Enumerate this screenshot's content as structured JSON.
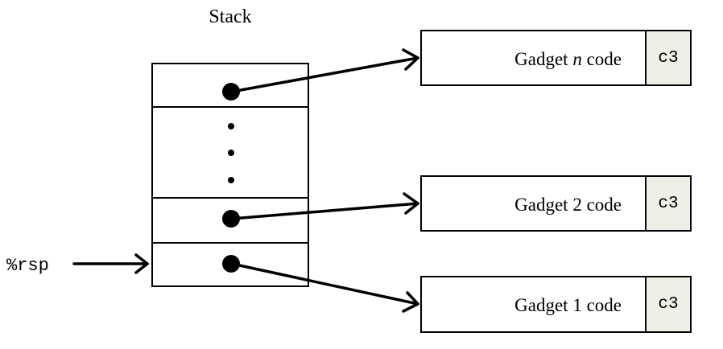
{
  "stack": {
    "title": "Stack"
  },
  "register": {
    "label": "%rsp"
  },
  "gadgets": [
    {
      "prefix": "Gadget ",
      "name": "n",
      "suffix": " code",
      "ret_byte": "c3"
    },
    {
      "prefix": "Gadget ",
      "name": "2",
      "suffix": " code",
      "ret_byte": "c3"
    },
    {
      "prefix": "Gadget ",
      "name": "1",
      "suffix": " code",
      "ret_byte": "c3"
    }
  ],
  "colors": {
    "line": "#000000",
    "ret_cell_fill": "#efefe7",
    "box_fill": "#ffffff"
  }
}
